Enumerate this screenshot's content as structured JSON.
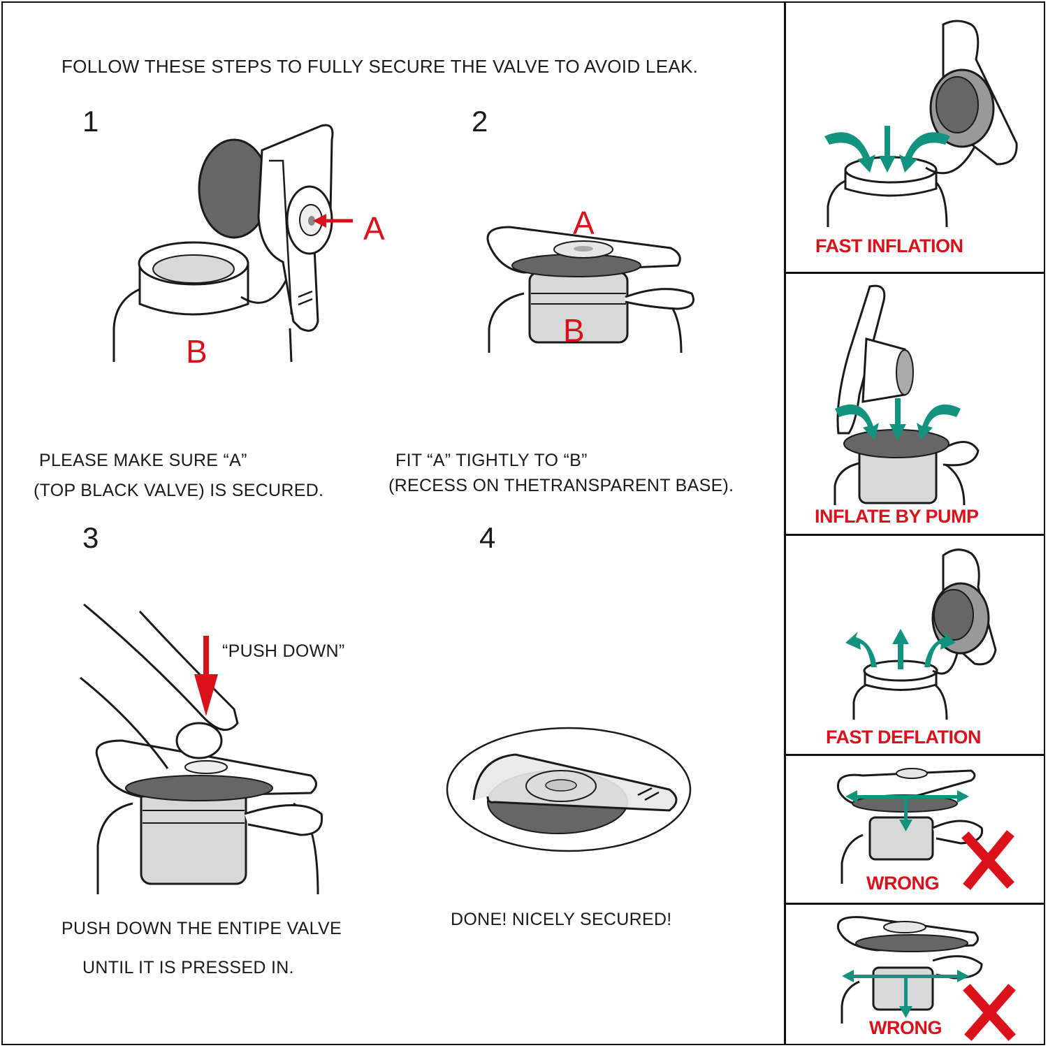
{
  "header": {
    "title": "FOLLOW THESE STEPS TO FULLY SECURE THE VALVE TO AVOID LEAK."
  },
  "steps": [
    {
      "number": "1",
      "label_a": "A",
      "label_b": "B",
      "caption_line1": "PLEASE MAKE SURE “A”",
      "caption_line2": "(TOP BLACK VALVE) IS SECURED."
    },
    {
      "number": "2",
      "label_a": "A",
      "label_b": "B",
      "caption_line1": "FIT “A” TIGHTLY TO “B”",
      "caption_line2": "(RECESS ON THETRANSPARENT BASE)."
    },
    {
      "number": "3",
      "push_label": "“PUSH DOWN”",
      "caption_line1": "PUSH DOWN THE ENTIPE VALVE",
      "caption_line2": "UNTIL IT IS PRESSED IN."
    },
    {
      "number": "4",
      "caption_line1": "DONE! NICELY SECURED!"
    }
  ],
  "sidebar": {
    "panels": [
      {
        "label": "FAST INFLATION",
        "icon": "arrows-in-icon"
      },
      {
        "label": "INFLATE BY PUMP",
        "icon": "arrows-in-icon"
      },
      {
        "label": "FAST DEFLATION",
        "icon": "arrows-out-icon"
      },
      {
        "label": "WRONG",
        "icon": "red-x-icon"
      },
      {
        "label": "WRONG",
        "icon": "red-x-icon"
      }
    ]
  },
  "colors": {
    "accent_red": "#d9111b",
    "arrow_teal": "#12937f",
    "valve_gray": "#666666",
    "line": "#1a1a1a"
  }
}
